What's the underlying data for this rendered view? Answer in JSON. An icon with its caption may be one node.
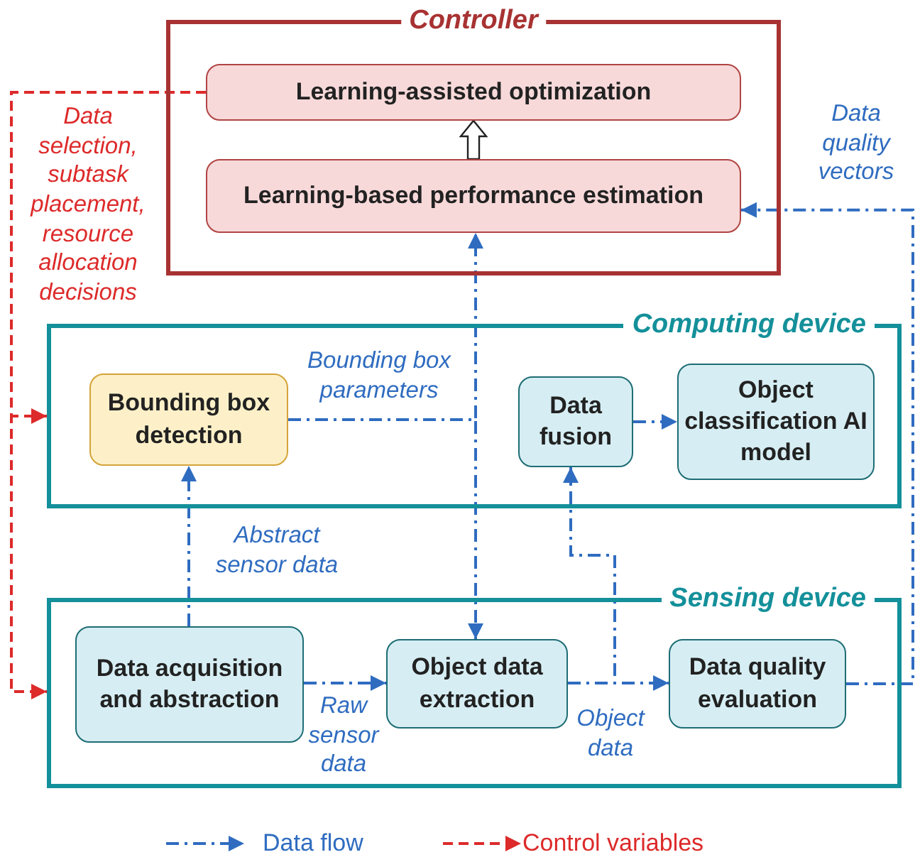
{
  "diagram": {
    "nodes": [
      {
        "text": [
          "Controller"
        ]
      },
      {
        "text": [
          "Learning-assisted optimization"
        ],
        "in": 0
      },
      {
        "text": [
          "Learning-based performance estimation"
        ],
        "in": 0
      },
      {
        "text": [
          "Computing device"
        ]
      },
      {
        "text": [
          "Bounding box detection"
        ],
        "in": 3
      },
      {
        "text": [
          "Data fusion"
        ],
        "in": 3
      },
      {
        "text": [
          "Object classification AI model"
        ],
        "in": 3
      },
      {
        "text": [
          "Sensing device"
        ]
      },
      {
        "text": [
          "Data acquisition and abstraction"
        ],
        "in": 7
      },
      {
        "text": [
          "Object data extraction"
        ],
        "in": 7
      },
      {
        "text": [
          "Data quality evaluation"
        ],
        "in": 7
      }
    ],
    "edges": [
      {
        "from": 2,
        "to": 1,
        "arrow": "to",
        "style": "thick"
      },
      {
        "from": 10,
        "to": 2,
        "arrow": "to",
        "label": "Data quality vectors"
      },
      {
        "from": 4,
        "to": 2,
        "arrow": "to"
      },
      {
        "from": 4,
        "to": 9,
        "arrow": "to",
        "label": "Bounding box parameters"
      },
      {
        "from": 8,
        "to": 4,
        "arrow": "to",
        "label": "Abstract sensor data"
      },
      {
        "from": 8,
        "to": 9,
        "arrow": "to",
        "label": "Raw sensor data"
      },
      {
        "from": 9,
        "to": 10,
        "arrow": "to",
        "label": "Object data"
      },
      {
        "from": 9,
        "to": 5,
        "arrow": "to"
      },
      {
        "from": 5,
        "to": 6,
        "arrow": "to"
      },
      {
        "from": 1,
        "to": 3,
        "arrow": "to",
        "style": "dashed",
        "color": "#dd2a2a",
        "label": "Data selection, subtask placement, resource allocation decisions"
      },
      {
        "from": 1,
        "to": 7,
        "arrow": "to",
        "style": "dashed",
        "color": "#dd2a2a"
      }
    ],
    "legend": [
      {
        "text": "Data flow"
      },
      {
        "text": "Control variables"
      }
    ]
  }
}
